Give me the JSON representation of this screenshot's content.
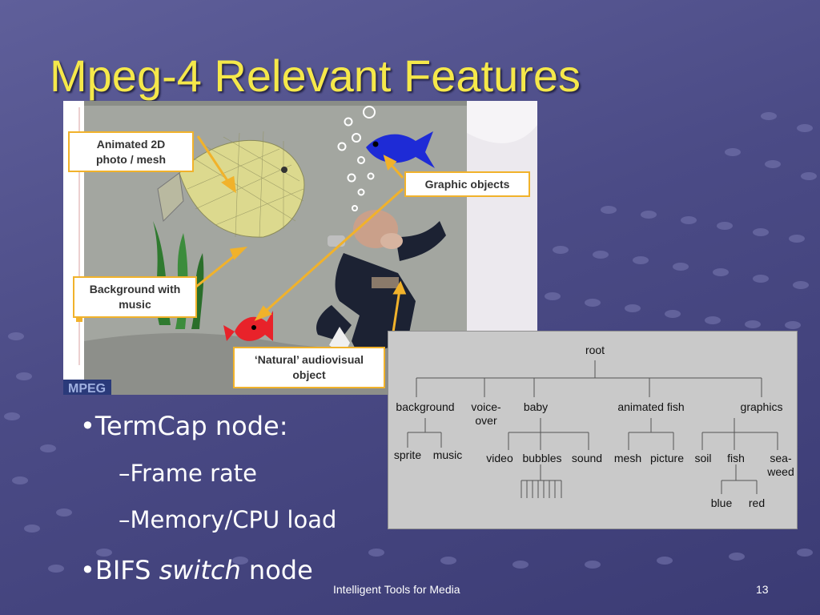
{
  "slide": {
    "title": "Mpeg-4 Relevant Features",
    "footer_center": "Intelligent Tools for Media",
    "page_number": "13"
  },
  "scene": {
    "labels": {
      "animated_photo": [
        "Animated 2D",
        "photo / mesh"
      ],
      "graphic_objects": "Graphic objects",
      "background_music": [
        "Background with",
        "music"
      ],
      "natural_object": [
        "‘Natural’ audiovisual",
        "object"
      ]
    }
  },
  "bullets": {
    "termcap": "•TermCap node:",
    "frame_rate": "–Frame rate",
    "memory_cpu": "–Memory/CPU load",
    "bifs_prefix": "•BIFS ",
    "bifs_italic": "switch",
    "bifs_suffix": " node"
  },
  "tree": {
    "root": "root",
    "level1": {
      "background": "background",
      "voice_over": [
        "voice-",
        "over"
      ],
      "baby": "baby",
      "animated_fish": "animated fish",
      "graphics": "graphics"
    },
    "level2": {
      "sprite": "sprite",
      "music": "music",
      "video": "video",
      "bubbles": "bubbles",
      "sound": "sound",
      "mesh": "mesh",
      "picture": "picture",
      "soil": "soil",
      "fish": "fish",
      "seaweed": [
        "sea-",
        "weed"
      ]
    },
    "level3": {
      "blue": "blue",
      "red": "red"
    }
  },
  "colors": {
    "title": "#f5e84a",
    "label_border": "#f1b22b",
    "arrow": "#f1b22b",
    "blue_fish": "#1e2bd6",
    "red_fish": "#e8222a",
    "tank_bg": "#a3a6a0",
    "tree_bg": "#c9c9c9"
  }
}
